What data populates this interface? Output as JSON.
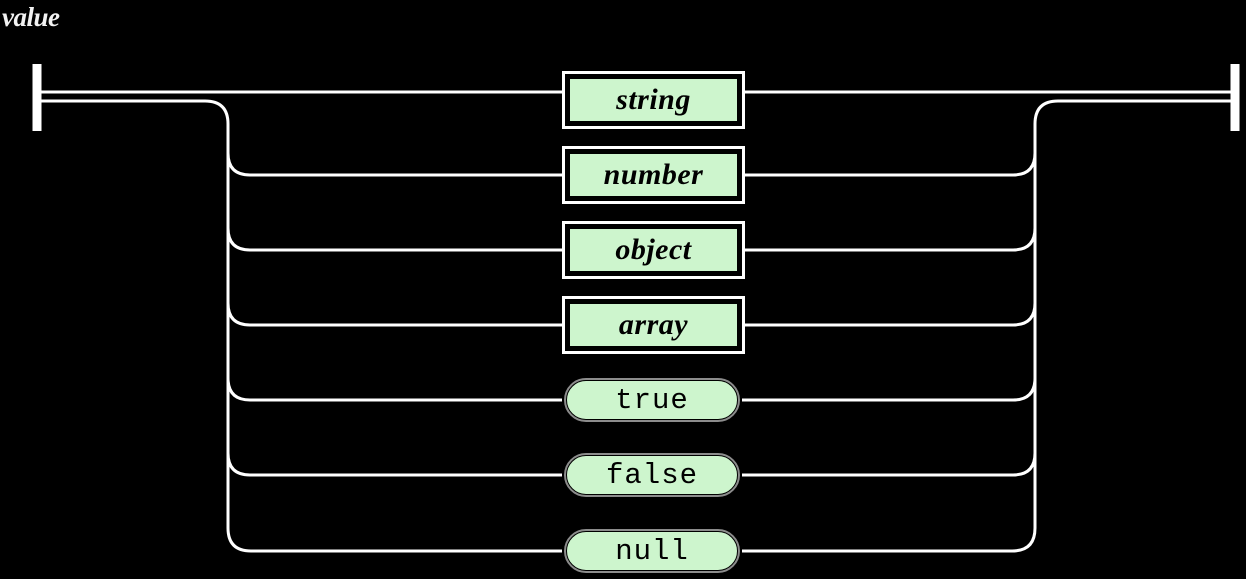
{
  "diagram": {
    "title": "value",
    "type": "railroad-syntax-diagram",
    "grammar": "JSON",
    "colors": {
      "background": "#000000",
      "track": "#ffffff",
      "node_fill": "#cdf5cd",
      "node_border": "#000000",
      "node_text": "#000000",
      "title_text": "#f2f2f2"
    },
    "entry_label": "start-terminus",
    "exit_label": "end-terminus",
    "alternatives": [
      {
        "id": "string",
        "label": "string",
        "kind": "nonterminal",
        "shape": "rect",
        "row": 1
      },
      {
        "id": "number",
        "label": "number",
        "kind": "nonterminal",
        "shape": "rect",
        "row": 2
      },
      {
        "id": "object",
        "label": "object",
        "kind": "nonterminal",
        "shape": "rect",
        "row": 3
      },
      {
        "id": "array",
        "label": "array",
        "kind": "nonterminal",
        "shape": "rect",
        "row": 4
      },
      {
        "id": "true",
        "label": "true",
        "kind": "terminal",
        "shape": "pill",
        "row": 5
      },
      {
        "id": "false",
        "label": "false",
        "kind": "terminal",
        "shape": "pill",
        "row": 6
      },
      {
        "id": "null",
        "label": "null",
        "kind": "terminal",
        "shape": "pill",
        "row": 7
      }
    ]
  }
}
